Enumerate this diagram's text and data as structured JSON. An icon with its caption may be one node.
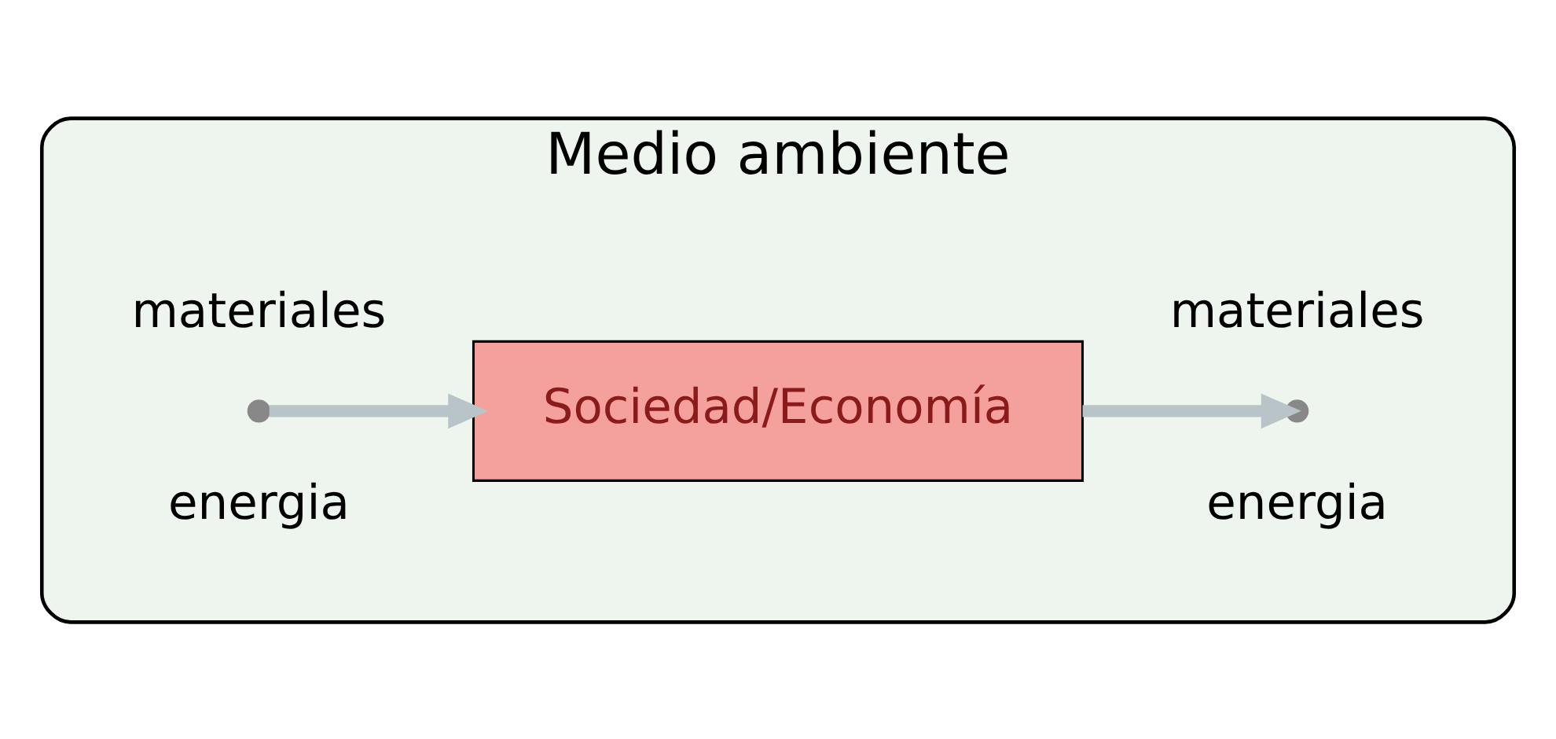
{
  "diagram": {
    "nodes": [
      {
        "text": [
          "Medio ambiente"
        ]
      },
      {
        "text": [
          "Sociedad/Economía"
        ],
        "in": 0
      }
    ],
    "edges": [
      {
        "from": null,
        "to": 1,
        "arrow": "to"
      },
      {
        "from": 1,
        "to": null,
        "arrow": "to"
      }
    ],
    "labels": [
      "materiales",
      "energia",
      "materiales",
      "energia"
    ]
  }
}
